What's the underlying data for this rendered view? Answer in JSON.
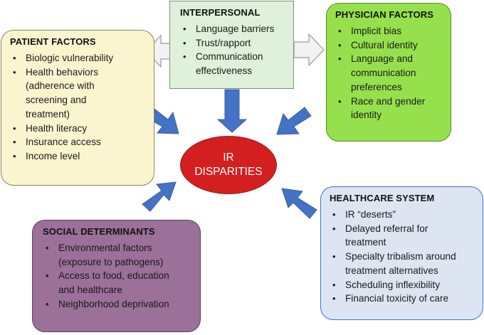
{
  "center": {
    "line1": "IR",
    "line2": "DISPARITIES"
  },
  "patient": {
    "title": "PATIENT FACTORS",
    "items": [
      "Biologic vulnerability",
      "Health behaviors",
      "(adherence with",
      "screening and",
      "treatment)",
      "Health literacy",
      "Insurance access",
      "Income level"
    ]
  },
  "interpersonal": {
    "title": "INTERPERSONAL",
    "items": [
      "Language barriers",
      "Trust/rapport",
      "Communication",
      "effectiveness"
    ]
  },
  "physician": {
    "title": "PHYSICIAN FACTORS",
    "items": [
      "Implicit bias",
      "Cultural identity",
      "Language and",
      "communication",
      "preferences",
      "Race and gender",
      "identity"
    ]
  },
  "social": {
    "title": "SOCIAL DETERMINANTS",
    "items": [
      "Environmental factors",
      "(exposure to pathogens)",
      "Access to food, education",
      "and healthcare",
      "Neighborhood deprivation"
    ]
  },
  "healthcare": {
    "title": "HEALTHCARE SYSTEM",
    "items": [
      "IR “deserts”",
      "Delayed referral for",
      "treatment",
      "Specialty tribalism around",
      "treatment alternatives",
      "Scheduling inflexibility",
      "Financial toxicity of care"
    ]
  }
}
